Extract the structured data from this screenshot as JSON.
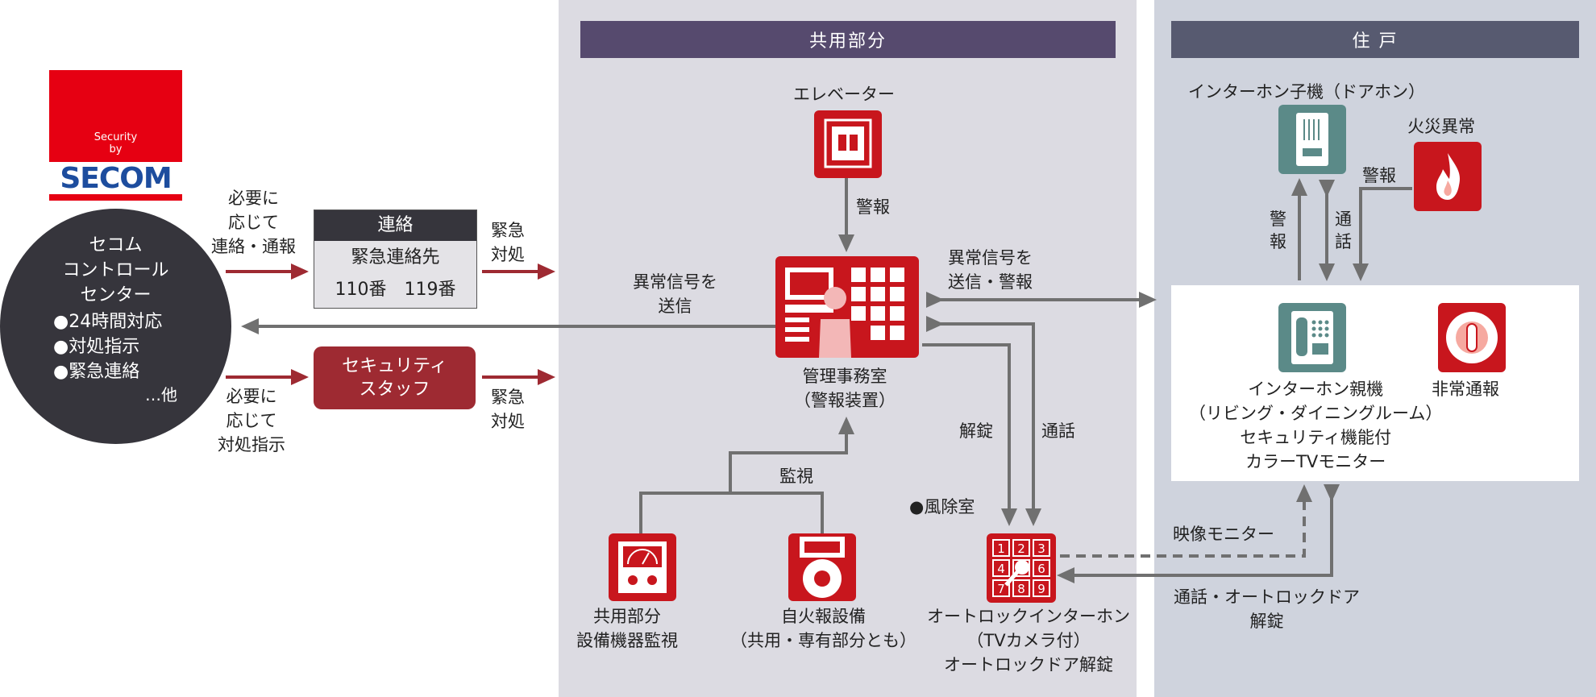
{
  "logo": {
    "small_text_1": "Security",
    "small_text_2": "by",
    "brand": "SECOM"
  },
  "control_center": {
    "title_lines": [
      "セコム",
      "コントロール",
      "センター"
    ],
    "items": [
      "●24時間対応",
      "●対処指示",
      "●緊急連絡"
    ],
    "etc": "…他"
  },
  "left_flow": {
    "top_arrow_label": [
      "必要に",
      "応じて",
      "連絡・通報"
    ],
    "bottom_arrow_label": [
      "必要に",
      "応じて",
      "対処指示"
    ],
    "contact_box": {
      "header": "連絡",
      "line1": "緊急連絡先",
      "line2": "110番　119番"
    },
    "staff_box": [
      "セキュリティ",
      "スタッフ"
    ],
    "emergency_top": [
      "緊急",
      "対処"
    ],
    "emergency_bottom": [
      "緊急",
      "対処"
    ]
  },
  "zones": {
    "common": "共用部分",
    "residence": "住 戸"
  },
  "common_area": {
    "elevator": "エレベーター",
    "alarm_label": "警報",
    "anomaly_send": [
      "異常信号を",
      "送信"
    ],
    "office": [
      "管理事務室",
      "（警報装置）"
    ],
    "anomaly_send_alarm": [
      "異常信号を",
      "送信・警報"
    ],
    "monitor_label": "監視",
    "equipment": [
      "共用部分",
      "設備機器監視"
    ],
    "fire_alarm_equipment": [
      "自火報設備",
      "（共用・専有部分とも）"
    ],
    "unlock_label": "解錠",
    "call_label": "通話",
    "windbreak_room": "●風除室",
    "autolock": [
      "オートロックインターホン",
      "（TVカメラ付）",
      "オートロックドア解錠"
    ]
  },
  "residence": {
    "door_phone": "インターホン子機（ドアホン）",
    "fire": "火災異常",
    "alarm_label_h": "警報",
    "alarm_label_v": [
      "警",
      "報"
    ],
    "call_label_v": [
      "通",
      "話"
    ],
    "master_unit": [
      "インターホン親機",
      "（リビング・ダイニングルーム）",
      "セキュリティ機能付",
      "カラーTVモニター"
    ],
    "emergency_report": "非常通報",
    "video_monitor": "映像モニター",
    "call_unlock": [
      "通話・オートロックドア",
      "解錠"
    ]
  },
  "keypad": {
    "digits": [
      "1",
      "2",
      "3",
      "4",
      "5",
      "6",
      "7",
      "8",
      "9"
    ]
  },
  "colors": {
    "accent_red": "#c8161d",
    "arrow_dark_red": "#9e2a32",
    "line_gray": "#707070",
    "dark": "#36353c"
  }
}
